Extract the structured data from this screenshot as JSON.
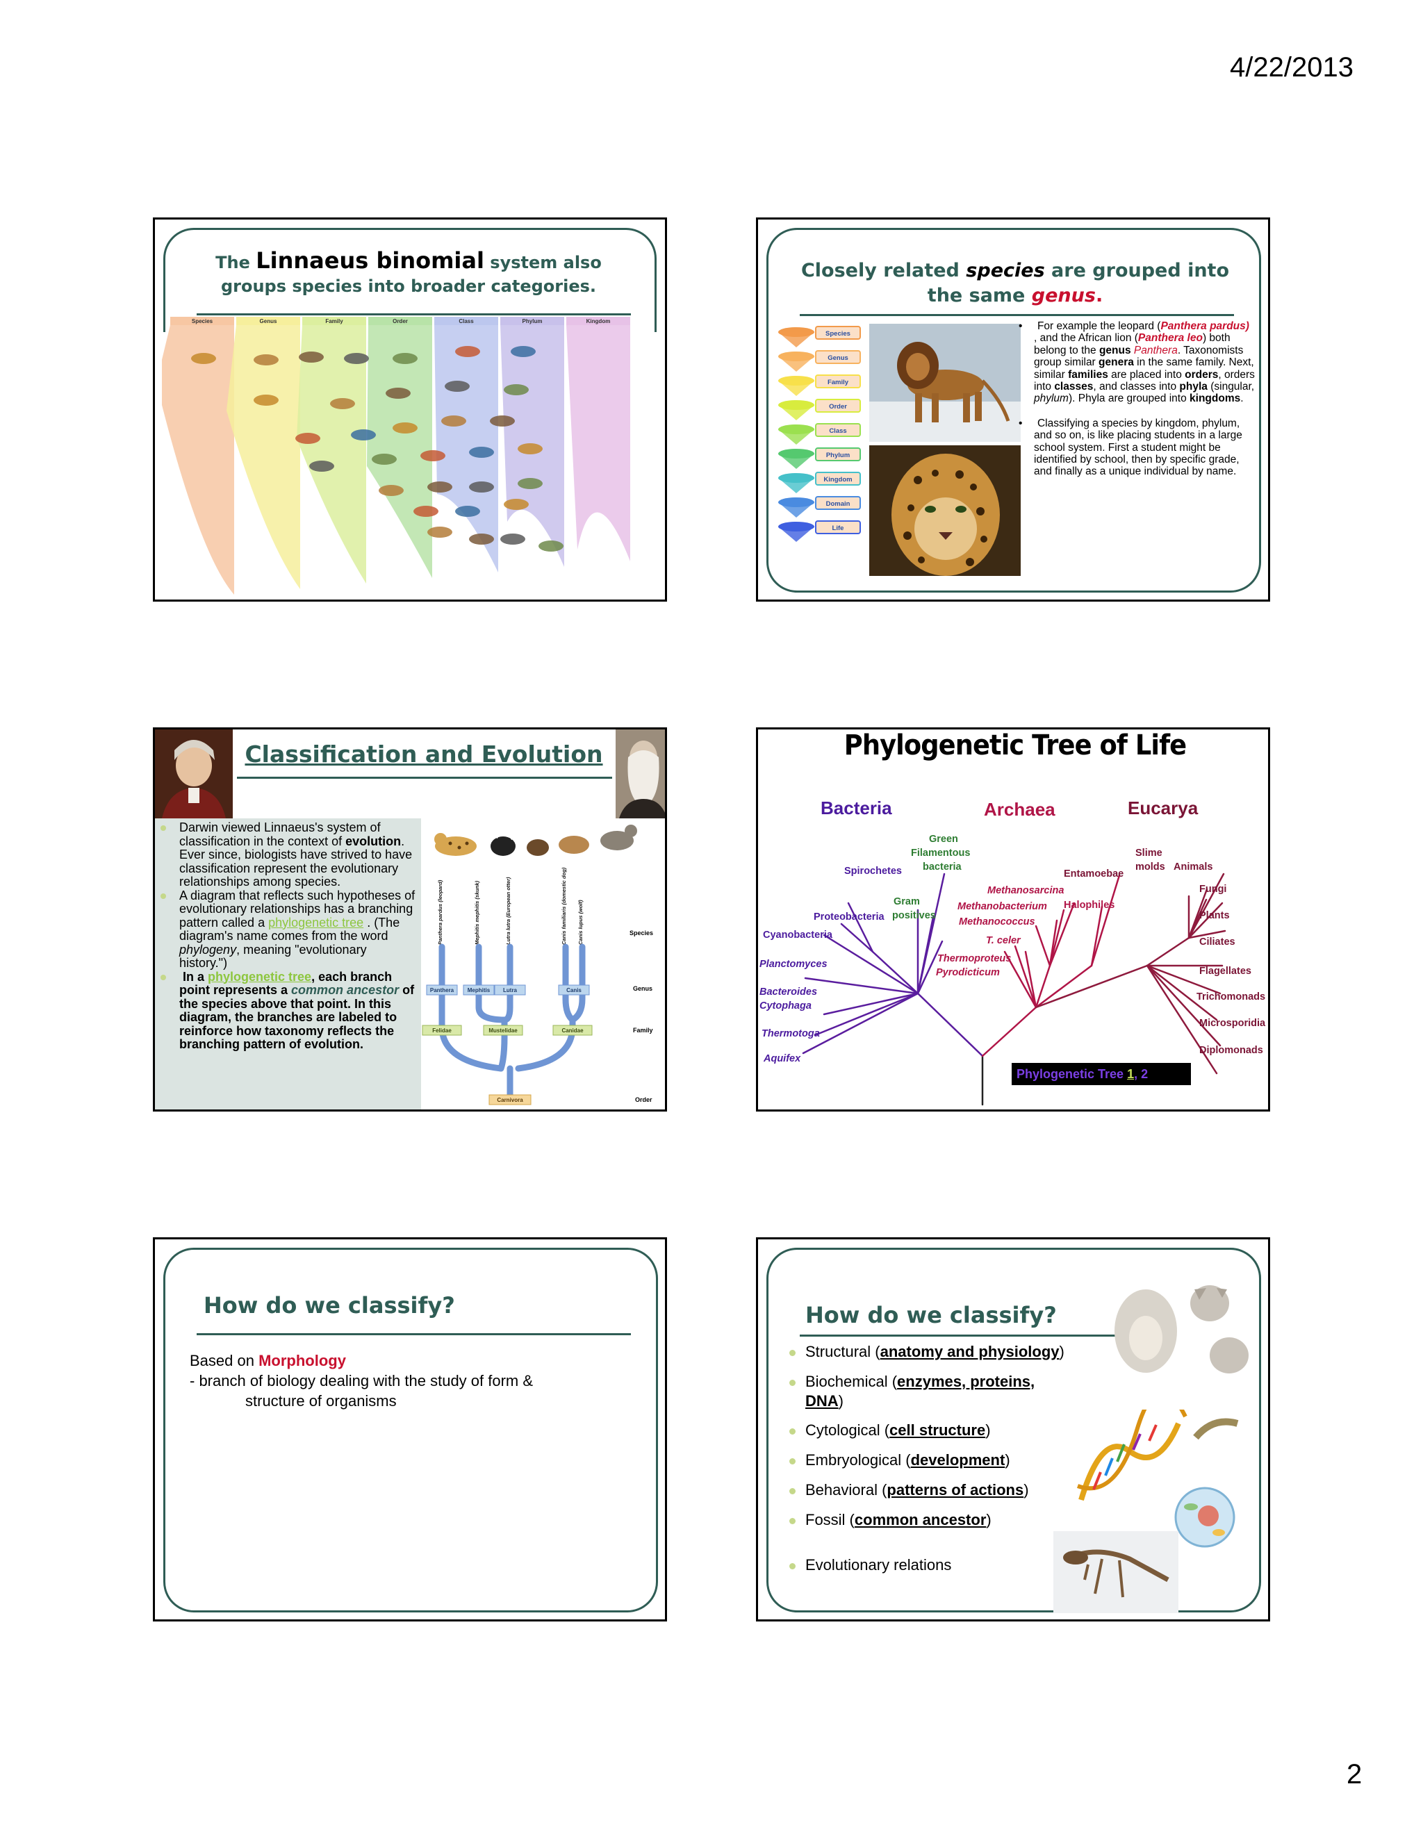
{
  "header": {
    "date": "4/22/2013"
  },
  "footer": {
    "page_number": "2"
  },
  "slide1": {
    "title_pre": "The ",
    "title_bold": "Linnaeus binomial",
    "title_post": " system also",
    "title_line2": "groups species into broader categories.",
    "bands": [
      "Species",
      "Genus",
      "Family",
      "Order",
      "Class",
      "Phylum",
      "Kingdom"
    ],
    "band_colors": [
      "#f7c7a3",
      "#f6ef9c",
      "#dcef9f",
      "#b8e3a8",
      "#bcc7ee",
      "#c8c1eb",
      "#e7c2e7"
    ]
  },
  "slide2": {
    "title_a": "Closely related ",
    "title_species": "species",
    "title_b": " are grouped into",
    "title_c": "the same ",
    "title_genus": "genus",
    "title_d": ".",
    "funnel": [
      "Species",
      "Genus",
      "Family",
      "Order",
      "Class",
      "Phylum",
      "Kingdom",
      "Domain",
      "Life"
    ],
    "funnel_colors": [
      "#f29a4a",
      "#f7b25e",
      "#f7e04a",
      "#d8ec3e",
      "#9be04f",
      "#55c96f",
      "#45c0c9",
      "#4a8be0",
      "#3f5fe0"
    ],
    "b1_a": "For example the leopard (",
    "b1_b": "Panthera pardus)",
    "b1_c": " , and the African lion (",
    "b1_d": "Panthera leo",
    "b1_e": ") both belong to the ",
    "b1_f": "genus",
    "b1_g": " ",
    "b1_h": "Panthera",
    "b1_i": ". Taxonomists group similar ",
    "b1_j": "genera",
    "b1_k": " in the same family. Next, similar ",
    "b1_l": "families",
    "b1_m": " are placed into ",
    "b1_n": "orders",
    "b1_o": ", orders into ",
    "b1_p": "classes",
    "b1_q": ", and classes into ",
    "b1_r": "phyla",
    "b1_s": " (singular, ",
    "b1_t": "phylum",
    "b1_u": "). Phyla are grouped into ",
    "b1_v": "kingdoms",
    "b1_w": ".",
    "b2": "Classifying a species by kingdom, phylum, and so on, is like placing students in a large school system. First a student might be identified by school, then by specific grade, and finally as a unique individual by name."
  },
  "slide3": {
    "title": "Classification and Evolution",
    "b1_a": "Darwin viewed Linnaeus's system of classification in the context of ",
    "b1_b": "evolution",
    "b1_c": ". Ever since, biologists have strived to have classification represent the evolutionary relationships among species.",
    "b2_a": "A diagram that reflects such hypotheses of evolutionary relationships has a branching pattern called a ",
    "b2_link": "phylogenetic tree",
    "b2_b": " . (The diagram's name comes from the word ",
    "b2_c": "phylogeny",
    "b2_d": ", meaning \"evolutionary history.\")",
    "b3_a": " In a ",
    "b3_link": "phylogenetic tree",
    "b3_b": ", each branch point represents a ",
    "b3_c": "common ancestor",
    "b3_d": " of the species above that point. In this diagram, the branches are labeled to reinforce how taxonomy reflects the branching pattern of evolution.",
    "species": [
      "Panthera pardus (leopard)",
      "Mephitis mephitis (skunk)",
      "Lutra lutra (European otter)",
      "Canis familiaris (domestic dog)",
      "Canis lupus (wolf)"
    ],
    "genera": [
      "Panthera",
      "Mephitis",
      "Lutra",
      "Canis"
    ],
    "families": [
      "Felidae",
      "Mustelidae",
      "Canidae"
    ],
    "order_node": "Carnivora",
    "ranks": [
      "Species",
      "Genus",
      "Family",
      "Order"
    ]
  },
  "slide4": {
    "title": "Phylogenetic Tree of Life",
    "domains": [
      "Bacteria",
      "Archaea",
      "Eucarya"
    ],
    "bacteria": [
      "Green",
      "Filamentous",
      "bacteria",
      "Spirochetes",
      "Gram",
      "positives",
      "Proteobacteria",
      "Cyanobacteria",
      "Planctomyces",
      "Bacteroides",
      "Cytophaga",
      "Thermotoga",
      "Aquifex"
    ],
    "archaea": [
      "Methanosarcina",
      "Methanobacterium",
      "Halophiles",
      "Methanococcus",
      "T. celer",
      "Thermoproteus",
      "Pyrodicticum"
    ],
    "eucarya": [
      "Entamoebae",
      "Slime",
      "molds",
      "Animals",
      "Fungi",
      "Plants",
      "Ciliates",
      "Flagellates",
      "Trichomonads",
      "Microsporidia",
      "Diplomonads"
    ],
    "caption_a": "Phylogenetic Tree ",
    "caption_1": "1",
    "caption_sep": ", ",
    "caption_2": "2"
  },
  "slide5": {
    "title": "How do we classify?",
    "line1_a": "Based on ",
    "line1_b": "Morphology",
    "line2": " - branch of biology dealing with the study of form &",
    "line3": "structure of organisms"
  },
  "slide6": {
    "title": "How do we classify?",
    "items": [
      {
        "a": "Structural (",
        "b": "anatomy and physiology",
        "c": ")"
      },
      {
        "a": "Biochemical (",
        "b": "enzymes, proteins,",
        "c": ""
      },
      {
        "a": "",
        "b": "DNA",
        "c": ")"
      },
      {
        "a": "Cytological  (",
        "b": "cell structure",
        "c": ")"
      },
      {
        "a": "Embryological (",
        "b": "development",
        "c": ")"
      },
      {
        "a": "Behavioral (",
        "b": "patterns of actions",
        "c": ")"
      },
      {
        "a": "Fossil  (",
        "b": "common ancestor",
        "c": ")"
      },
      {
        "a": "Evolutionary relations",
        "b": "",
        "c": ""
      }
    ]
  }
}
